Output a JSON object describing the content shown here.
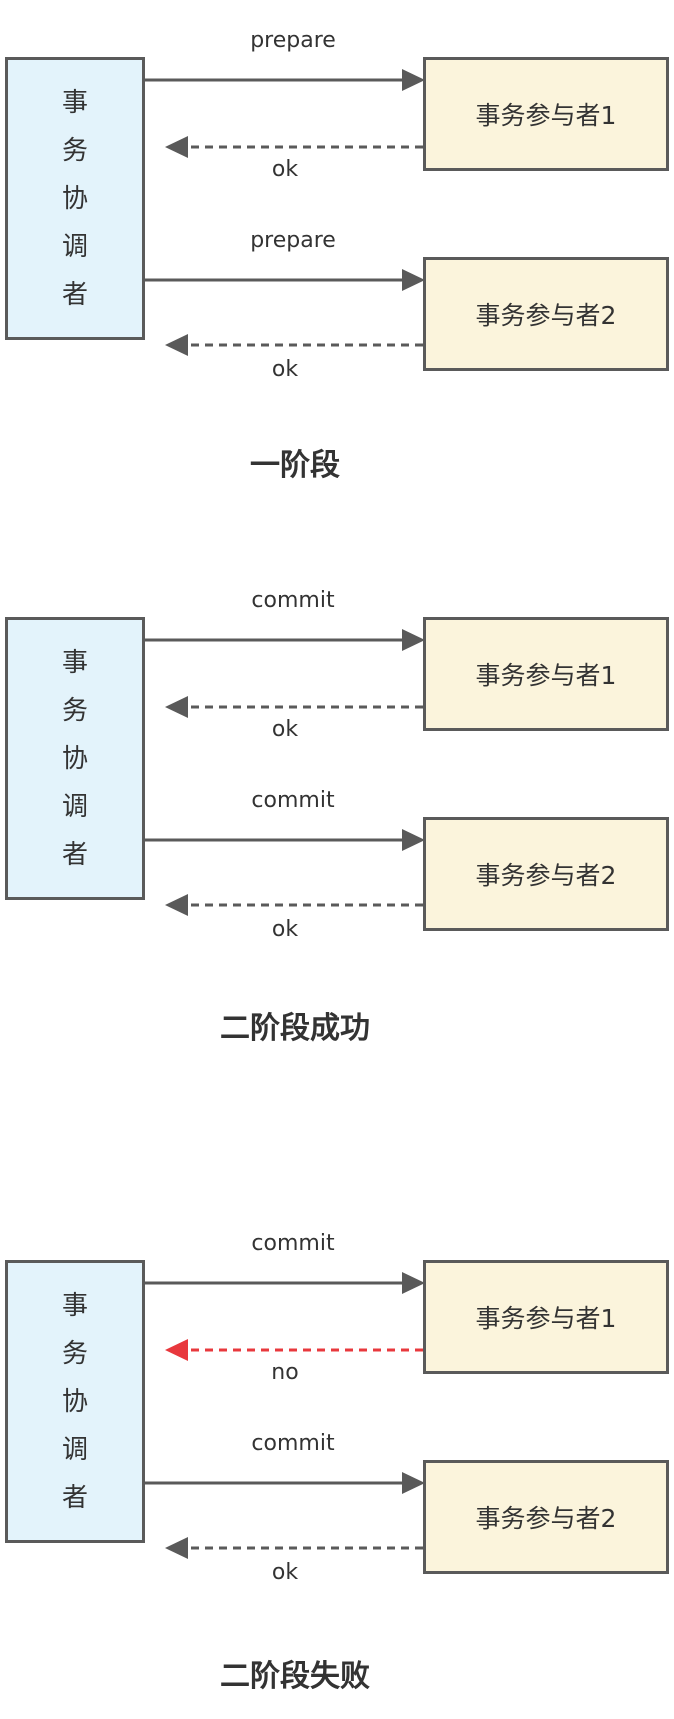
{
  "colors": {
    "coordinator_fill": "#e3f3fb",
    "participant_fill": "#fbf4dc",
    "stroke": "#5a5a5a",
    "failure": "#e8383d"
  },
  "phases": [
    {
      "title": "一阶段",
      "coordinator_chars": [
        "事",
        "务",
        "协",
        "调",
        "者"
      ],
      "participants": [
        {
          "name": "事务参与者1",
          "request": "prepare",
          "response": "ok",
          "response_failed": false
        },
        {
          "name": "事务参与者2",
          "request": "prepare",
          "response": "ok",
          "response_failed": false
        }
      ]
    },
    {
      "title": "二阶段成功",
      "coordinator_chars": [
        "事",
        "务",
        "协",
        "调",
        "者"
      ],
      "participants": [
        {
          "name": "事务参与者1",
          "request": "commit",
          "response": "ok",
          "response_failed": false
        },
        {
          "name": "事务参与者2",
          "request": "commit",
          "response": "ok",
          "response_failed": false
        }
      ]
    },
    {
      "title": "二阶段失败",
      "coordinator_chars": [
        "事",
        "务",
        "协",
        "调",
        "者"
      ],
      "participants": [
        {
          "name": "事务参与者1",
          "request": "commit",
          "response": "no",
          "response_failed": true
        },
        {
          "name": "事务参与者2",
          "request": "commit",
          "response": "ok",
          "response_failed": false
        }
      ]
    }
  ]
}
